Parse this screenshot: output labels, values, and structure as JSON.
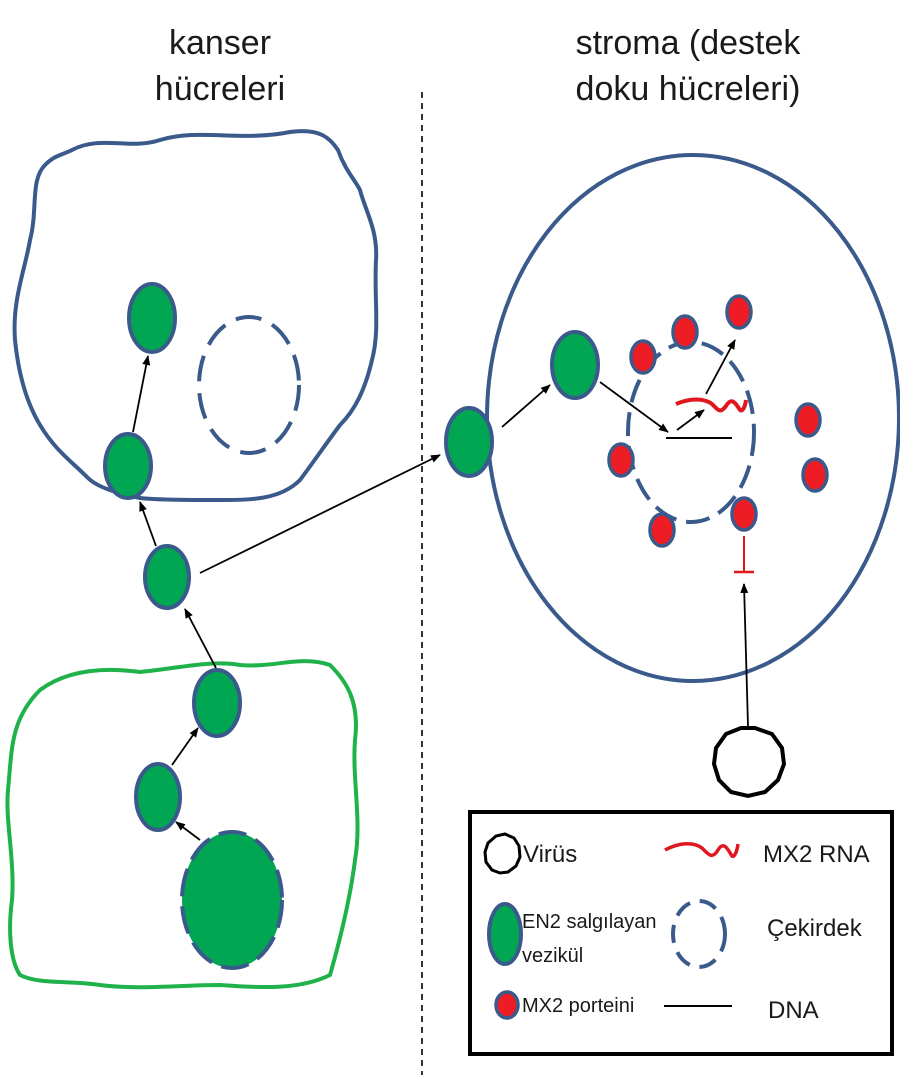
{
  "headers": {
    "left": [
      "kanser",
      "hücreleri"
    ],
    "right": [
      "stroma (destek",
      "doku hücreleri)"
    ]
  },
  "legend": {
    "virus": "Virüs",
    "mx2_rna": "MX2 RNA",
    "vesicle": [
      "EN2 salgılayan",
      "vezikül"
    ],
    "nucleus": "Çekirdek",
    "mx2_protein": "MX2 porteini",
    "dna": "DNA"
  },
  "colors": {
    "cancer_cell_outline": "#3a5a8c",
    "second_cell_outline": "#1fb24a",
    "vesicle_fill": "#00a651",
    "vesicle_outline": "#3a5a8c",
    "mx2": "#ee1c24",
    "stroma_outline": "#3a5a8c"
  }
}
